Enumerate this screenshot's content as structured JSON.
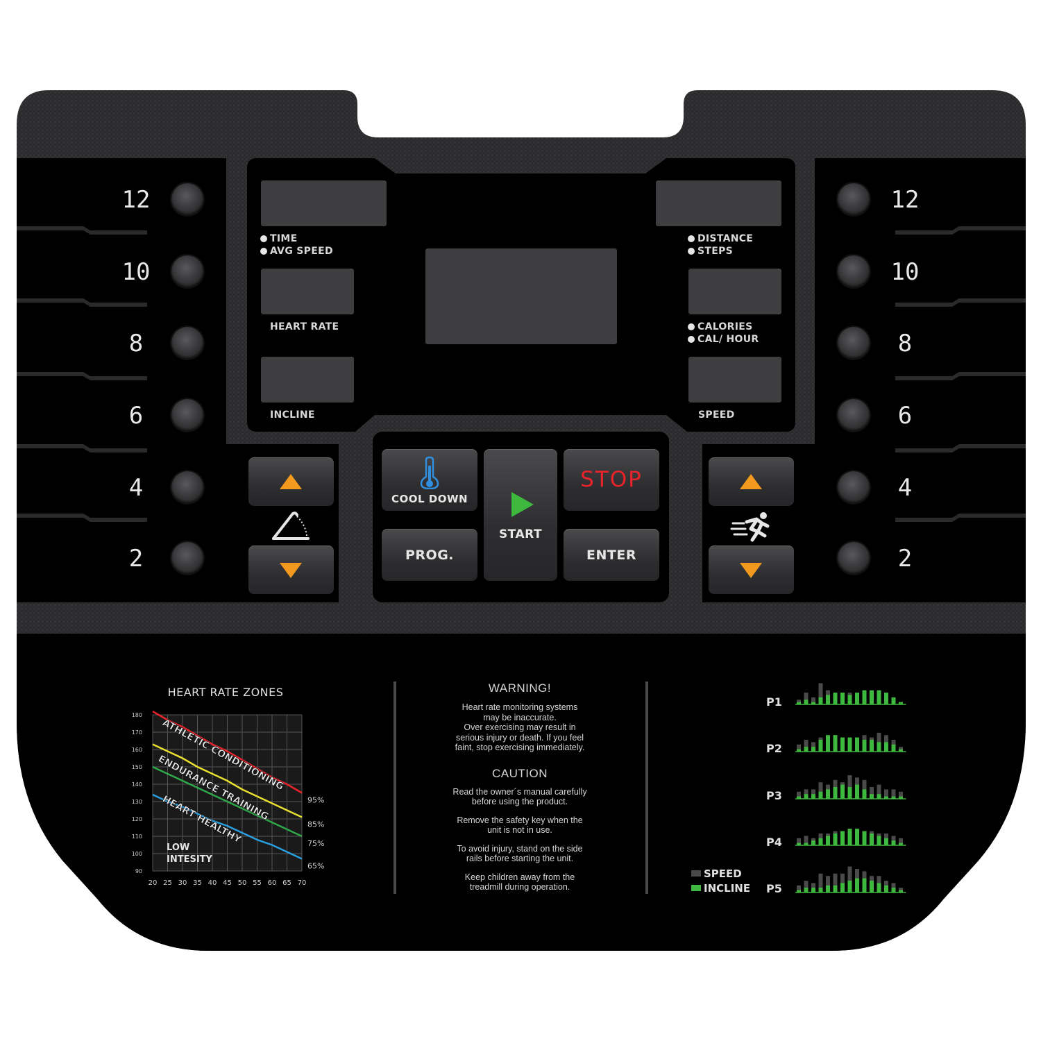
{
  "quick_keys": {
    "incline": [
      "12",
      "10",
      "8",
      "6",
      "4",
      "2"
    ],
    "speed": [
      "12",
      "10",
      "8",
      "6",
      "4",
      "2"
    ]
  },
  "display": {
    "time_label": "TIME",
    "avg_speed_label": "AVG SPEED",
    "heart_rate_label": "HEART RATE",
    "incline_label": "INCLINE",
    "distance_label": "DISTANCE",
    "steps_label": "STEPS",
    "calories_label": "CALORIES",
    "cal_hour_label": "CAL/ HOUR",
    "speed_label": "SPEED"
  },
  "buttons": {
    "cool_down": "COOL DOWN",
    "start": "START",
    "stop": "STOP",
    "prog": "PROG.",
    "enter": "ENTER"
  },
  "colors": {
    "arrow": "#f39a1e",
    "stop": "#e8232b",
    "start": "#3fb83f",
    "incline_bar": "#3fb83f",
    "speed_bar": "#4a4a4a",
    "thermometer": "#2f8fe0"
  },
  "chart_data": {
    "type": "line",
    "title": "HEART RATE ZONES",
    "x": [
      20,
      25,
      30,
      35,
      40,
      45,
      50,
      55,
      60,
      65,
      70
    ],
    "y_ticks": [
      90,
      100,
      110,
      120,
      130,
      140,
      150,
      160,
      170,
      180
    ],
    "ylim": [
      90,
      180
    ],
    "xlim": [
      20,
      70
    ],
    "grid": true,
    "series": [
      {
        "name": "ATHLETIC CONDITIONING",
        "label": "95%",
        "color": "#e8232b",
        "values": [
          182,
          177,
          173,
          168,
          163,
          159,
          154,
          149,
          144,
          140,
          135
        ]
      },
      {
        "name": "ENDURANCE TRAINING",
        "label": "85%",
        "color": "#e8e030",
        "values": [
          163,
          159,
          155,
          150,
          146,
          142,
          137,
          133,
          129,
          125,
          121
        ]
      },
      {
        "name": "HEART HEALTHY",
        "label": "75%",
        "color": "#2fa84a",
        "values": [
          150,
          146,
          142,
          138,
          134,
          130,
          126,
          122,
          118,
          114,
          110
        ]
      },
      {
        "name": "LOW INTESITY",
        "label": "65%",
        "color": "#2a9fe0",
        "values": [
          134,
          130,
          127,
          123,
          119,
          116,
          112,
          108,
          105,
          101,
          97
        ]
      }
    ]
  },
  "warning": {
    "title": "WARNING!",
    "lines": [
      "Heart rate monitoring systems",
      "may be inaccurate.",
      "Over exercising may result in",
      "serious injury or death. If you feel",
      "faint, stop exercising immediately."
    ]
  },
  "caution": {
    "title": "CAUTION",
    "paragraphs": [
      [
        "Read the owner´s manual carefully",
        "before using the product."
      ],
      [
        "Remove the safety key when the",
        "unit is not in use."
      ],
      [
        "To avoid injury, stand on the side",
        "rails before starting the unit."
      ],
      [
        "Keep children away from the",
        "treadmill during operation."
      ]
    ]
  },
  "programs": {
    "legend_speed": "SPEED",
    "legend_incline": "INCLINE",
    "list": [
      {
        "name": "P1",
        "speed": [
          2,
          5,
          3,
          9,
          6,
          3,
          4,
          5,
          3,
          4,
          3,
          3,
          4,
          2,
          1
        ],
        "incline": [
          1,
          2,
          1,
          3,
          4,
          5,
          5,
          4,
          5,
          6,
          6,
          6,
          5,
          3,
          1
        ]
      },
      {
        "name": "P2",
        "speed": [
          3,
          5,
          4,
          6,
          5,
          4,
          4,
          5,
          5,
          7,
          6,
          8,
          7,
          5,
          2
        ],
        "incline": [
          1,
          2,
          2,
          5,
          7,
          7,
          6,
          6,
          6,
          5,
          5,
          4,
          4,
          3,
          1
        ]
      },
      {
        "name": "P3",
        "speed": [
          3,
          4,
          4,
          7,
          6,
          8,
          7,
          10,
          9,
          8,
          5,
          6,
          4,
          4,
          3
        ],
        "incline": [
          1,
          2,
          2,
          3,
          4,
          5,
          6,
          5,
          6,
          4,
          2,
          2,
          1,
          1,
          1
        ]
      },
      {
        "name": "P4",
        "speed": [
          3,
          4,
          3,
          5,
          5,
          6,
          6,
          7,
          7,
          6,
          6,
          5,
          5,
          4,
          3
        ],
        "incline": [
          1,
          1,
          2,
          3,
          4,
          5,
          6,
          7,
          7,
          6,
          5,
          4,
          3,
          2,
          1
        ]
      },
      {
        "name": "P5",
        "speed": [
          3,
          5,
          4,
          8,
          7,
          8,
          8,
          11,
          10,
          9,
          7,
          7,
          5,
          4,
          2
        ],
        "incline": [
          1,
          2,
          2,
          2,
          3,
          3,
          4,
          5,
          6,
          6,
          5,
          4,
          3,
          2,
          1
        ]
      }
    ]
  }
}
